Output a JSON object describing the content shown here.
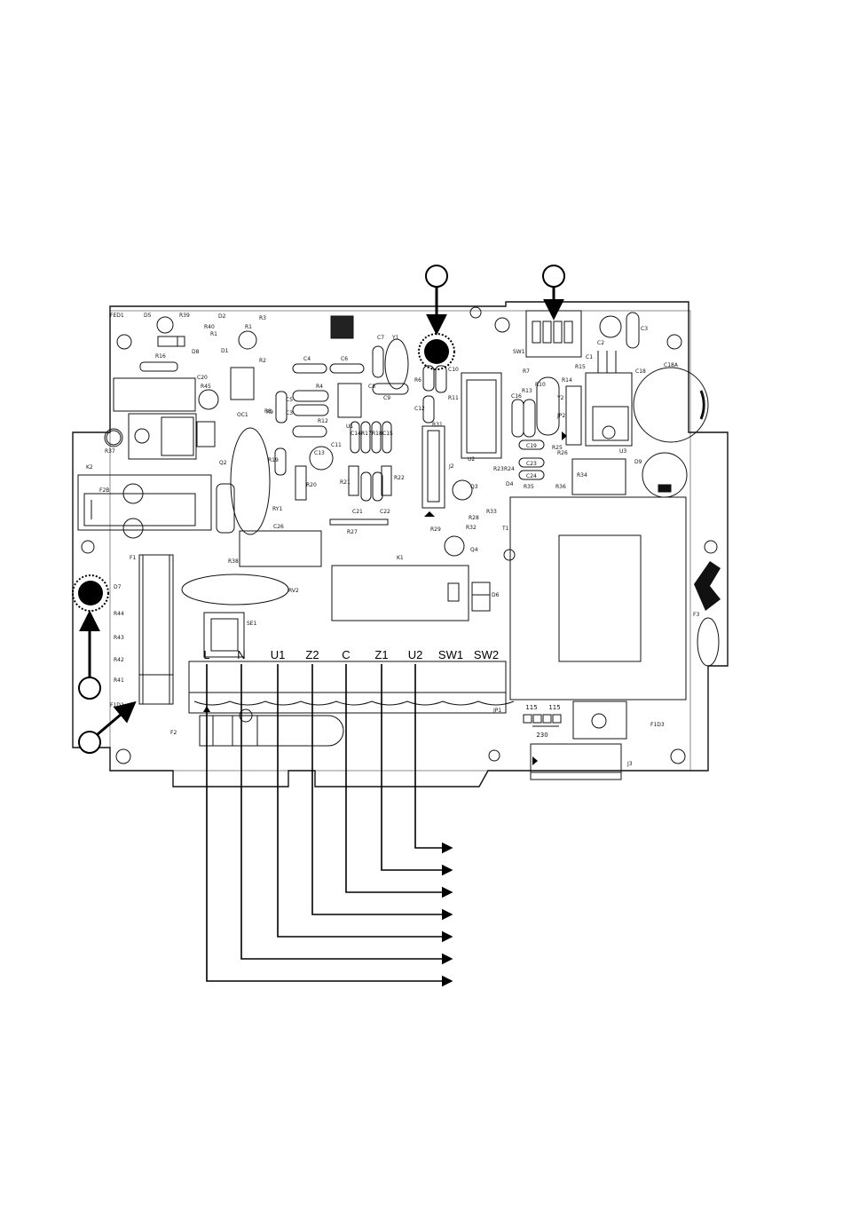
{
  "terminals": [
    "L",
    "N",
    "U1",
    "Z2",
    "C",
    "Z1",
    "U2",
    "SW1",
    "SW2"
  ],
  "jumper": {
    "opt_a": "115",
    "opt_b": "115",
    "opt_c": "230"
  },
  "silk": {
    "fed1": "FED1",
    "d5": "D5",
    "r39": "R39",
    "r40": "R40",
    "d2": "D2",
    "r1a": "R1",
    "d1": "D1",
    "r3": "R3",
    "r2": "R2",
    "r1": "R1",
    "r16": "R16",
    "d8": "D8",
    "c20": "C20",
    "r45": "R45",
    "oc1": "OC1",
    "r37": "R37",
    "q2": "Q2",
    "k2": "K2",
    "f2b": "F2B",
    "c4": "C4",
    "c6": "C6",
    "r4": "R4",
    "r5": "R5",
    "c5": "C5",
    "c3": "C3",
    "u1": "U1",
    "r12": "R12",
    "r9": "R9",
    "c11": "C11",
    "c13": "C13",
    "c14": "C14",
    "r17": "R17",
    "r18": "R18",
    "c15": "C15",
    "c7": "C7",
    "y1": "Y1",
    "r6": "R6",
    "c9": "C9",
    "c8": "C8",
    "r8": "R8",
    "c10": "C10",
    "c12": "C12",
    "r11": "R11",
    "r19": "R19",
    "r20": "R20",
    "r21": "R21",
    "r22": "R22",
    "c21": "C21",
    "c22": "C22",
    "ry1": "RY1",
    "c26": "C26",
    "r27": "R27",
    "r38": "R38",
    "rv2": "RV2",
    "se1": "SE1",
    "k1": "K1",
    "d6": "D6",
    "q4": "Q4",
    "q3": "Q3",
    "r28": "R28",
    "r32": "R32",
    "r33": "R33",
    "r29": "R29",
    "j2": "J2",
    "r31": "R31",
    "u2": "U2",
    "sw1": "SW1",
    "r7": "R7",
    "r13": "R13",
    "c16": "C16",
    "r10": "R10",
    "r14": "R14",
    "y2": "Y2",
    "jp2": "JP2",
    "r15": "R15",
    "c1": "C1",
    "c2": "C2",
    "c18": "C18",
    "c18a": "C18A",
    "c3b": "C3",
    "u3": "U3",
    "d9": "D9",
    "c19": "C19",
    "c23": "C23",
    "c24": "C24",
    "r24": "R24",
    "r23": "R23",
    "r35": "R35",
    "r36": "R36",
    "d4": "D4",
    "r26": "R26",
    "r25": "R25",
    "r34": "R34",
    "t1": "T1",
    "f3": "F3",
    "f1": "F1",
    "f1d2": "F1D2",
    "f1d3": "F1D3",
    "f2": "F2",
    "jp1": "JP1",
    "j3": "J3",
    "r41": "R41",
    "r42": "R42",
    "r43": "R43",
    "r44": "R44",
    "d7": "D7"
  }
}
